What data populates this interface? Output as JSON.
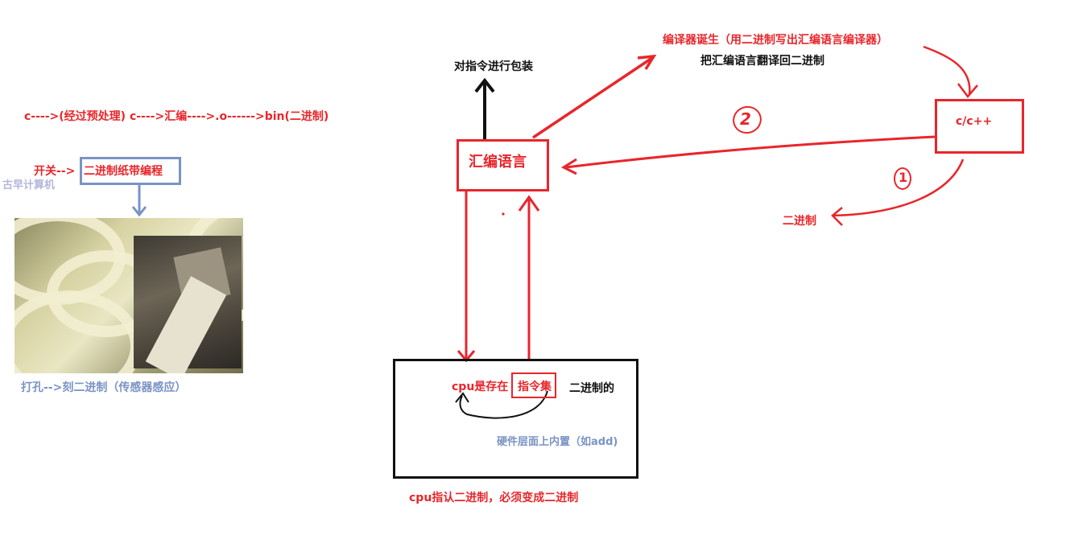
{
  "pipeline": "c---->(经过预处理) c---->汇编---->.o------>bin(二进制)",
  "switch_label": "开关-->",
  "tape_programming": "二进制纸带编程",
  "early_computer": "古早计算机",
  "punch_caption": "打孔-->刻二进制（传感器感应）",
  "assembly_language": "汇编语言",
  "wrap_instructions": "对指令进行包装",
  "compiler_born": "编译器诞生（用二进制写出汇编语言编译器）",
  "translate_back": "把汇编语言翻译回二进制",
  "cpp_label": "c/c++",
  "step_two": "2",
  "step_one": "1",
  "binary_label": "二进制",
  "cpu_instruction_set_prefix": "cpu是存在",
  "cpu_instruction_set_boxed": "指令集",
  "binary_of": "二进制的",
  "hardware_builtin": "硬件层面上内置（如add)",
  "cpu_recognizes": "cpu指认二进制，必须变成二进制",
  "colors": {
    "red": "#e8262b",
    "blue": "#7a93c4",
    "black": "#111111",
    "lavender": "#b3b6dc"
  }
}
